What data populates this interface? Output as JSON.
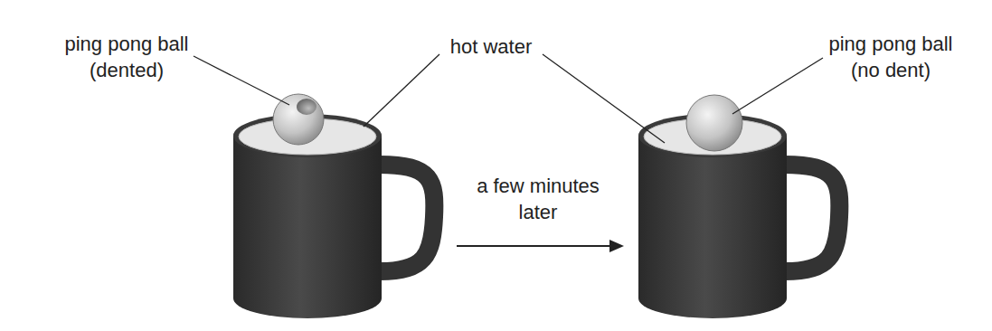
{
  "diagram": {
    "labels": [
      "ping pong ball (dented)",
      "hot water",
      "a few minutes later",
      "ping pong ball (no dent)"
    ]
  }
}
